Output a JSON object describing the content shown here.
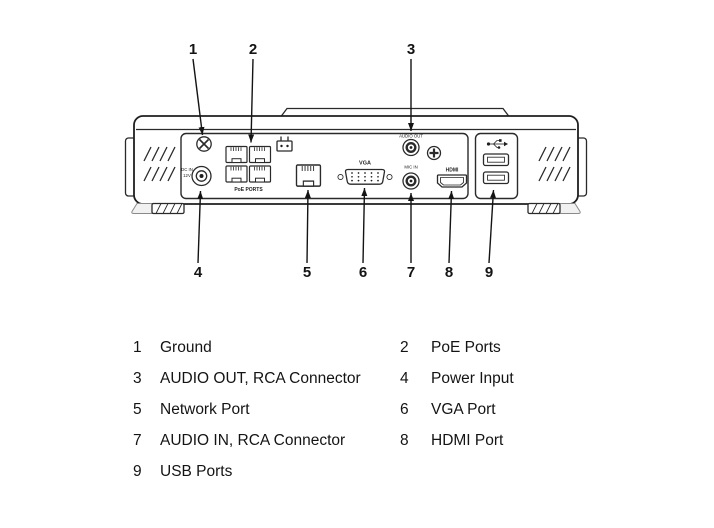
{
  "diagram": {
    "callouts": [
      "1",
      "2",
      "3",
      "4",
      "5",
      "6",
      "7",
      "8",
      "9"
    ],
    "port_labels": {
      "dc_in_line1": "DC IN",
      "dc_in_line2": "12V",
      "poe": "PoE PORTS",
      "vga": "VGA",
      "audio_out": "AUDIO OUT",
      "mic_in": "MIC IN",
      "hdmi": "HDMI"
    }
  },
  "legend": {
    "items": [
      {
        "num": "1",
        "label": "Ground"
      },
      {
        "num": "2",
        "label": "PoE Ports"
      },
      {
        "num": "3",
        "label": "AUDIO OUT, RCA Connector"
      },
      {
        "num": "4",
        "label": "Power Input"
      },
      {
        "num": "5",
        "label": "Network Port"
      },
      {
        "num": "6",
        "label": "VGA Port"
      },
      {
        "num": "7",
        "label": "AUDIO IN, RCA Connector"
      },
      {
        "num": "8",
        "label": "HDMI Port"
      },
      {
        "num": "9",
        "label": "USB Ports"
      }
    ]
  }
}
